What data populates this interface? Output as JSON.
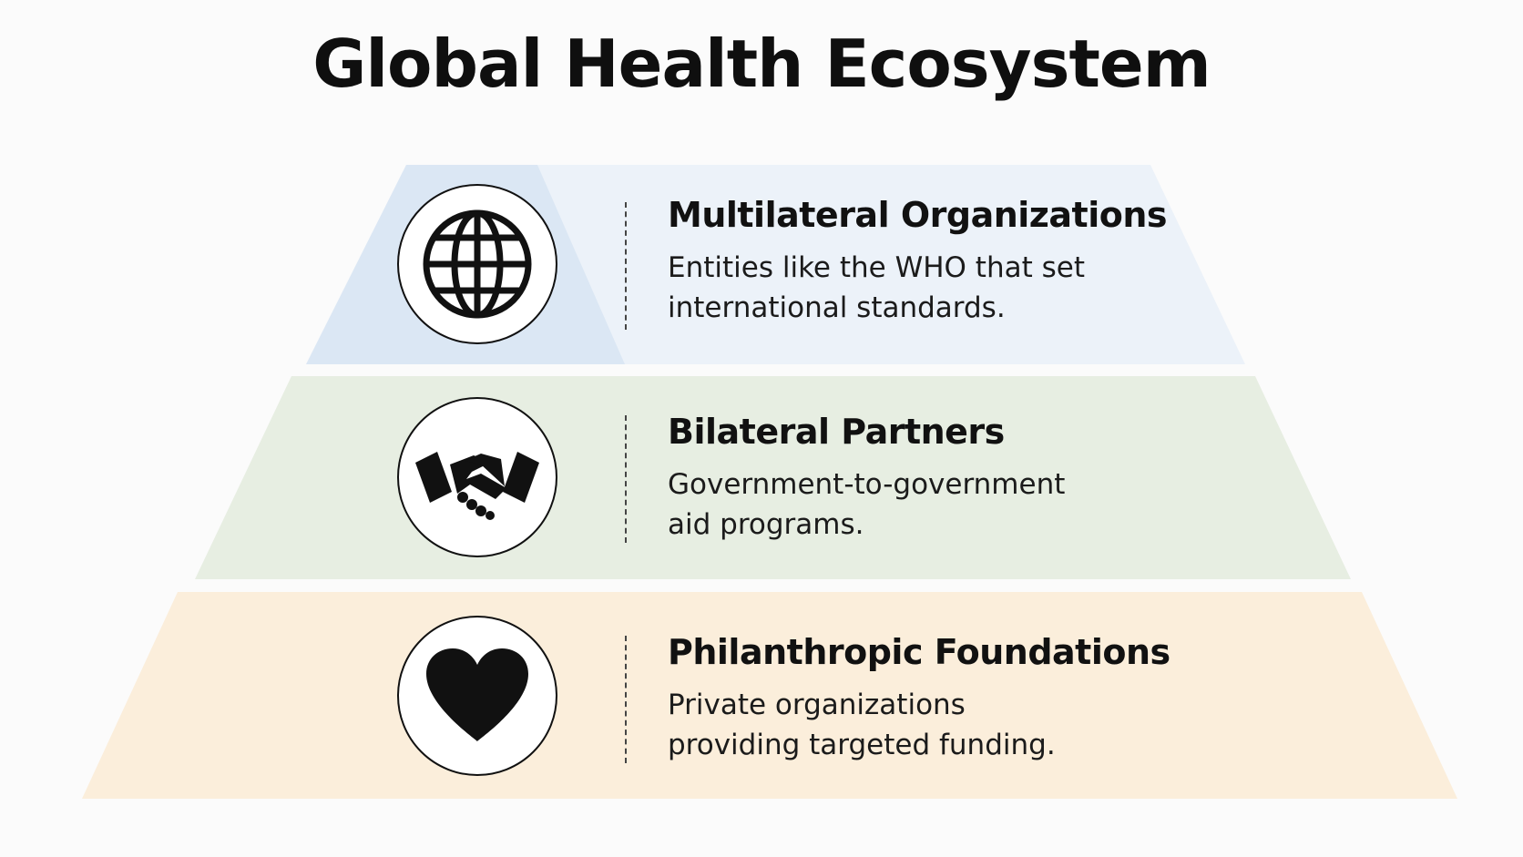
{
  "title": "Global Health Ecosystem",
  "colors": {
    "tier1_fill": "#ecf2f9",
    "tier1_accent": "#dbe7f4",
    "tier2_fill": "#e7eee2",
    "tier3_fill": "#fbeedb"
  },
  "tiers": [
    {
      "heading": "Multilateral Organizations",
      "description": "Entities like the WHO that set international standards.",
      "icon": "globe-icon"
    },
    {
      "heading": "Bilateral Partners",
      "description": "Government-to-government aid programs.",
      "icon": "handshake-icon"
    },
    {
      "heading": "Philanthropic Foundations",
      "description": "Private organizations providing targeted funding.",
      "icon": "heart-icon"
    }
  ]
}
